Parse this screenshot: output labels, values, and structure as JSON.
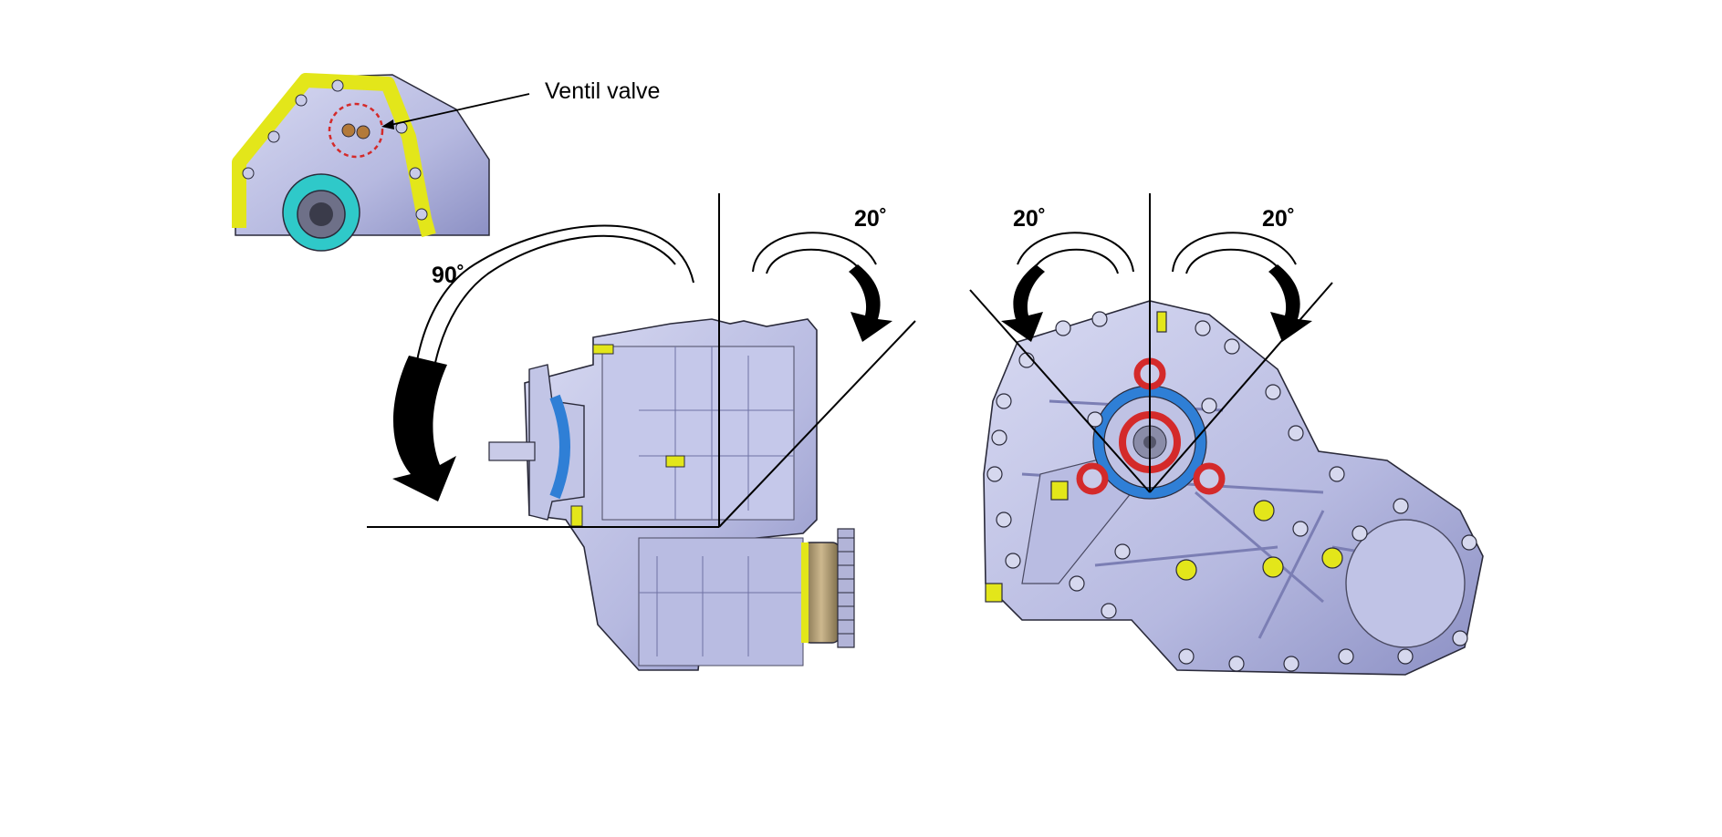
{
  "labels": {
    "callout": "Ventil valve",
    "angle_side": "90˚",
    "angle_side_right": "20˚",
    "angle_front_left": "20˚",
    "angle_front_right": "20˚"
  },
  "colors": {
    "housing": "#c9cbe8",
    "housing_shade": "#8e91c2",
    "outline": "#2a2a3a",
    "gasket": "#e3e61a",
    "seal_cyan": "#2fc9c9",
    "seal_blue": "#2f7fd6",
    "o_ring": "#d42a2a",
    "brass": "#a8926a",
    "arrow": "#000000"
  },
  "icons": [
    "curved-arrow-icon",
    "reference-line",
    "dashed-circle-marker"
  ]
}
